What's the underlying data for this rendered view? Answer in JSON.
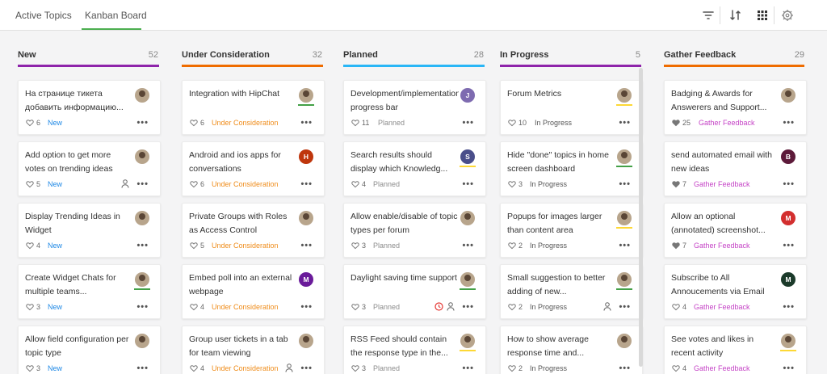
{
  "tabs": [
    {
      "label": "Active Topics"
    },
    {
      "label": "Kanban Board"
    }
  ],
  "toolbar_icons": [
    "filter-icon",
    "sort-icon",
    "grid-icon",
    "gear-icon"
  ],
  "columns": [
    {
      "title": "New",
      "count": "52",
      "color": "#8e24aa",
      "cards": [
        {
          "title": "На странице тикета добавить информацию...",
          "likes": "6",
          "status": "New",
          "status_color": "#1e88e5",
          "avatar": {
            "type": "photo",
            "line": ""
          },
          "person": false,
          "clock": false
        },
        {
          "title": "Add option to get more votes on trending ideas",
          "likes": "5",
          "status": "New",
          "status_color": "#1e88e5",
          "avatar": {
            "type": "photo",
            "line": ""
          },
          "person": true,
          "clock": false
        },
        {
          "title": "Display Trending Ideas in Widget",
          "likes": "4",
          "status": "New",
          "status_color": "#1e88e5",
          "avatar": {
            "type": "photo",
            "line": ""
          },
          "person": false,
          "clock": false
        },
        {
          "title": "Create Widget Chats for multiple teams...",
          "likes": "3",
          "status": "New",
          "status_color": "#1e88e5",
          "avatar": {
            "type": "photo",
            "line": "#43a047"
          },
          "person": false,
          "clock": false
        },
        {
          "title": "Allow field configuration per topic type",
          "likes": "3",
          "status": "New",
          "status_color": "#1e88e5",
          "avatar": {
            "type": "photo",
            "line": ""
          },
          "person": false,
          "clock": false
        }
      ]
    },
    {
      "title": "Under Consideration",
      "count": "32",
      "color": "#ef6c00",
      "cards": [
        {
          "title": "Integration with HipChat",
          "likes": "6",
          "status": "Under Consideration",
          "status_color": "#ef8c1a",
          "avatar": {
            "type": "photo",
            "line": "#43a047"
          },
          "person": false,
          "clock": false
        },
        {
          "title": "Android and ios apps for conversations",
          "likes": "6",
          "status": "Under Consideration",
          "status_color": "#ef8c1a",
          "avatar": {
            "type": "letter",
            "letter": "H",
            "color": "#bf360c",
            "line": ""
          },
          "person": false,
          "clock": false
        },
        {
          "title": "Private Groups with Roles as Access Control",
          "likes": "5",
          "status": "Under Consideration",
          "status_color": "#ef8c1a",
          "avatar": {
            "type": "photo",
            "line": ""
          },
          "person": false,
          "clock": false
        },
        {
          "title": "Embed poll into an external webpage",
          "likes": "4",
          "status": "Under Consideration",
          "status_color": "#ef8c1a",
          "avatar": {
            "type": "letter",
            "letter": "M",
            "color": "#6a1b9a",
            "line": ""
          },
          "person": false,
          "clock": false
        },
        {
          "title": "Group user tickets in a tab for team viewing",
          "likes": "4",
          "status": "Under Consideration",
          "status_color": "#ef8c1a",
          "avatar": {
            "type": "photo",
            "line": ""
          },
          "person": true,
          "clock": false
        }
      ]
    },
    {
      "title": "Planned",
      "count": "28",
      "color": "#29b6f6",
      "cards": [
        {
          "title": "Development/implementation progress bar",
          "likes": "11",
          "status": "Planned",
          "status_color": "#8c8c8c",
          "avatar": {
            "type": "letter",
            "letter": "J",
            "color": "#7e6bb0",
            "line": ""
          },
          "person": false,
          "clock": false
        },
        {
          "title": "Search results should display which Knowledg...",
          "likes": "4",
          "status": "Planned",
          "status_color": "#8c8c8c",
          "avatar": {
            "type": "letter",
            "letter": "S",
            "color": "#4a4e8a",
            "line": "#fdd835"
          },
          "person": false,
          "clock": false
        },
        {
          "title": "Allow enable/disable of topic types per forum",
          "likes": "3",
          "status": "Planned",
          "status_color": "#8c8c8c",
          "avatar": {
            "type": "photo",
            "line": ""
          },
          "person": false,
          "clock": false
        },
        {
          "title": "Daylight saving time support",
          "likes": "3",
          "status": "Planned",
          "status_color": "#8c8c8c",
          "avatar": {
            "type": "photo",
            "line": "#43a047"
          },
          "person": true,
          "clock": true
        },
        {
          "title": "RSS Feed should contain the response type in the...",
          "likes": "3",
          "status": "Planned",
          "status_color": "#8c8c8c",
          "avatar": {
            "type": "photo",
            "line": "#fdd835"
          },
          "person": false,
          "clock": false
        }
      ]
    },
    {
      "title": "In Progress",
      "count": "5",
      "color": "#8e24aa",
      "cards": [
        {
          "title": "Forum Metrics",
          "likes": "10",
          "status": "In Progress",
          "status_color": "#555555",
          "avatar": {
            "type": "photo",
            "line": "#fdd835"
          },
          "person": false,
          "clock": false
        },
        {
          "title": "Hide \"done\" topics in home screen dashboard",
          "likes": "3",
          "status": "In Progress",
          "status_color": "#555555",
          "avatar": {
            "type": "photo",
            "line": "#43a047"
          },
          "person": false,
          "clock": false
        },
        {
          "title": "Popups for images larger than content area",
          "likes": "2",
          "status": "In Progress",
          "status_color": "#555555",
          "avatar": {
            "type": "photo",
            "line": "#fdd835"
          },
          "person": false,
          "clock": false
        },
        {
          "title": "Small suggestion to better adding of new...",
          "likes": "2",
          "status": "In Progress",
          "status_color": "#555555",
          "avatar": {
            "type": "photo",
            "line": "#43a047"
          },
          "person": true,
          "clock": false
        },
        {
          "title": "How to show average response time and...",
          "likes": "2",
          "status": "In Progress",
          "status_color": "#555555",
          "avatar": {
            "type": "photo",
            "line": ""
          },
          "person": false,
          "clock": false
        }
      ]
    },
    {
      "title": "Gather Feedback",
      "count": "29",
      "color": "#ef6c00",
      "cards": [
        {
          "title": "Badging & Awards for Answerers and Support...",
          "likes": "25",
          "status": "Gather Feedback",
          "status_color": "#c543c6",
          "filled": true,
          "avatar": {
            "type": "photo",
            "line": ""
          },
          "person": false,
          "clock": false
        },
        {
          "title": "send automated email with new ideas",
          "likes": "7",
          "status": "Gather Feedback",
          "status_color": "#c543c6",
          "filled": true,
          "avatar": {
            "type": "letter",
            "letter": "B",
            "color": "#5d1a3a",
            "line": ""
          },
          "person": false,
          "clock": false
        },
        {
          "title": "Allow an optional (annotated) screenshot...",
          "likes": "7",
          "status": "Gather Feedback",
          "status_color": "#c543c6",
          "filled": true,
          "avatar": {
            "type": "letter",
            "letter": "M",
            "color": "#d32f2f",
            "line": ""
          },
          "person": false,
          "clock": false
        },
        {
          "title": "Subscribe to All Annoucements via Email",
          "likes": "4",
          "status": "Gather Feedback",
          "status_color": "#c543c6",
          "avatar": {
            "type": "letter",
            "letter": "M",
            "color": "#1b3a2a",
            "line": ""
          },
          "person": false,
          "clock": false
        },
        {
          "title": "See votes and likes in recent activity",
          "likes": "4",
          "status": "Gather Feedback",
          "status_color": "#c543c6",
          "avatar": {
            "type": "photo",
            "line": "#fdd835"
          },
          "person": false,
          "clock": false
        }
      ]
    }
  ]
}
